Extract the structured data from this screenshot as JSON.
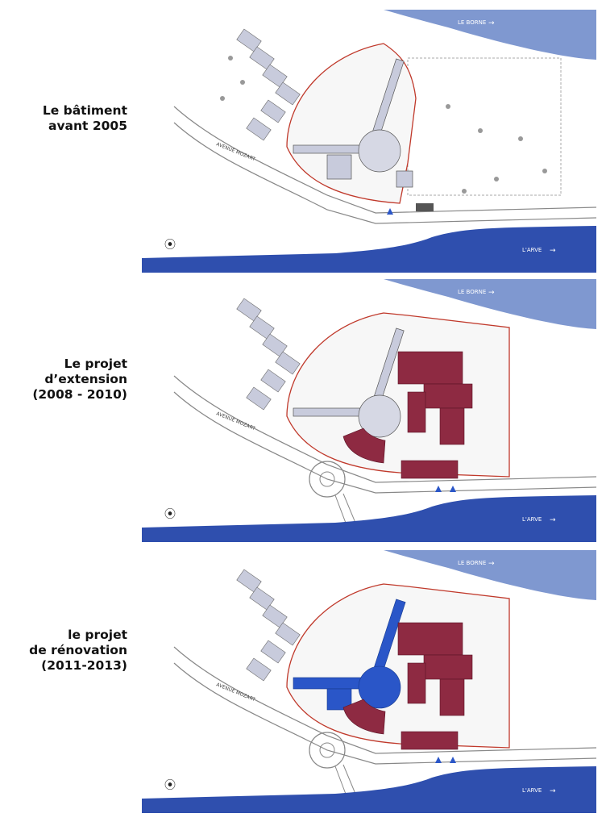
{
  "panels": [
    {
      "id": "before",
      "label_lines": [
        "Le bâtiment",
        "avant 2005"
      ]
    },
    {
      "id": "extension",
      "label_lines": [
        "Le projet",
        "d’extension",
        "(2008 - 2010)"
      ]
    },
    {
      "id": "renovation",
      "label_lines": [
        "le projet",
        "de rénovation",
        "(2011-2013)"
      ]
    }
  ],
  "map_labels": {
    "river_top": "LE BORNE",
    "river_bottom": "L'ARVE",
    "avenue": "AVENUE MOZART"
  },
  "colors": {
    "river": "#2f4fae",
    "river_light": "#7f98d0",
    "extension": "#8e2a42",
    "renovation": "#2a56c8",
    "outline": "#c0392b",
    "building": "#c8cbdc"
  },
  "icons": [
    "compass-icon",
    "arrow-right-icon",
    "entrance-marker-icon"
  ]
}
